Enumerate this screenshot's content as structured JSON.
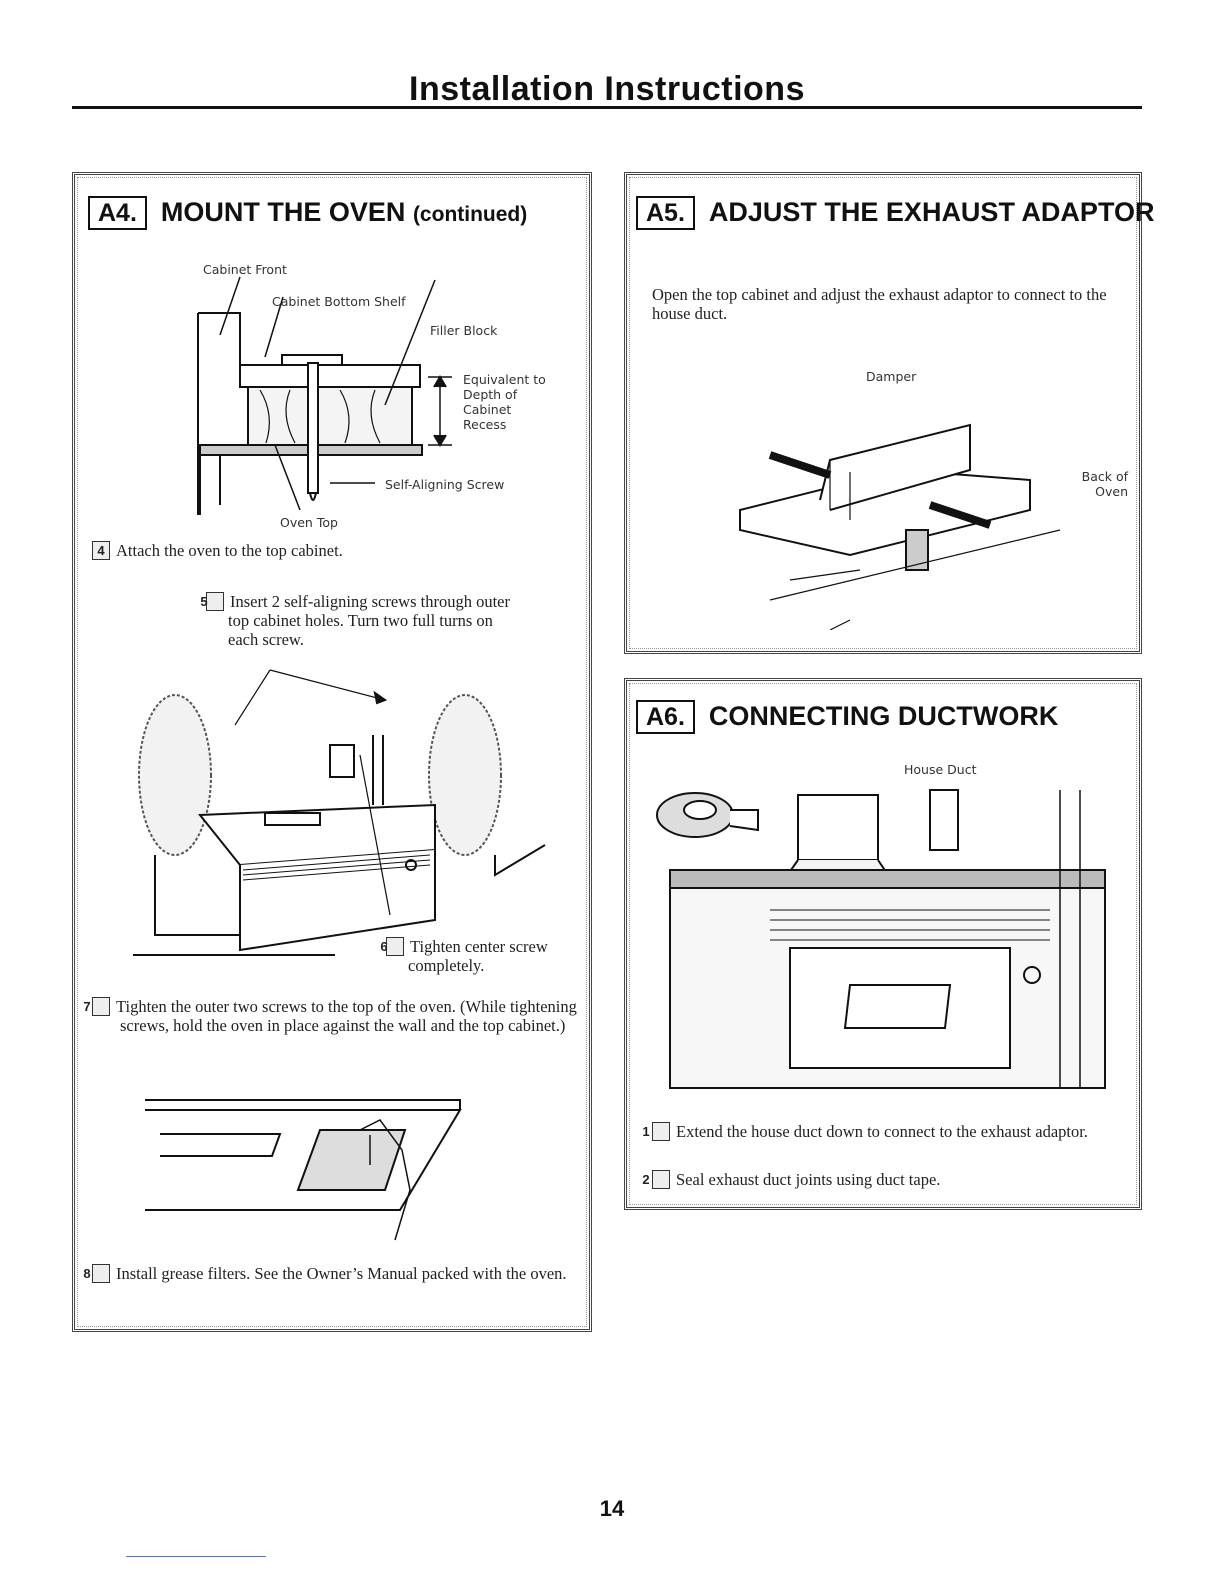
{
  "page": {
    "title": "Installation Instructions",
    "number": "14"
  },
  "a4": {
    "num": "A4.",
    "title": "MOUNT THE OVEN",
    "subtitle": "(continued)",
    "labels": {
      "cabinet_front": "Cabinet Front",
      "cabinet_bottom_shelf": "Cabinet Bottom Shelf",
      "filler_block": "Filler Block",
      "equivalent": "Equivalent to Depth of Cabinet Recess",
      "self_aligning_screw": "Self-Aligning Screw",
      "oven_top": "Oven Top"
    },
    "steps": [
      {
        "n": "4",
        "text": "Attach the oven to the top cabinet."
      },
      {
        "n": "5",
        "text": "Insert 2 self-aligning screws through outer top cabinet holes. Turn two full turns on each screw."
      },
      {
        "n": "6",
        "text": "Tighten center screw completely."
      },
      {
        "n": "7",
        "text": "Tighten the outer two screws to the top of the oven. (While tightening screws, hold the oven in place against the wall and the top cabinet.)"
      },
      {
        "n": "8",
        "text": "Install grease filters. See the Owner’s Manual packed with the oven."
      }
    ]
  },
  "a5": {
    "num": "A5.",
    "title": "ADJUST THE EXHAUST ADAPTOR",
    "body": "Open the top cabinet and adjust the exhaust adaptor to connect to the house duct.",
    "labels": {
      "damper": "Damper",
      "back_of_oven": "Back of Oven"
    }
  },
  "a6": {
    "num": "A6.",
    "title": "CONNECTING DUCTWORK",
    "labels": {
      "house_duct": "House Duct"
    },
    "steps": [
      {
        "n": "1",
        "text": "Extend the house duct down to connect to the exhaust adaptor."
      },
      {
        "n": "2",
        "text": "Seal exhaust duct joints using duct tape."
      }
    ]
  }
}
